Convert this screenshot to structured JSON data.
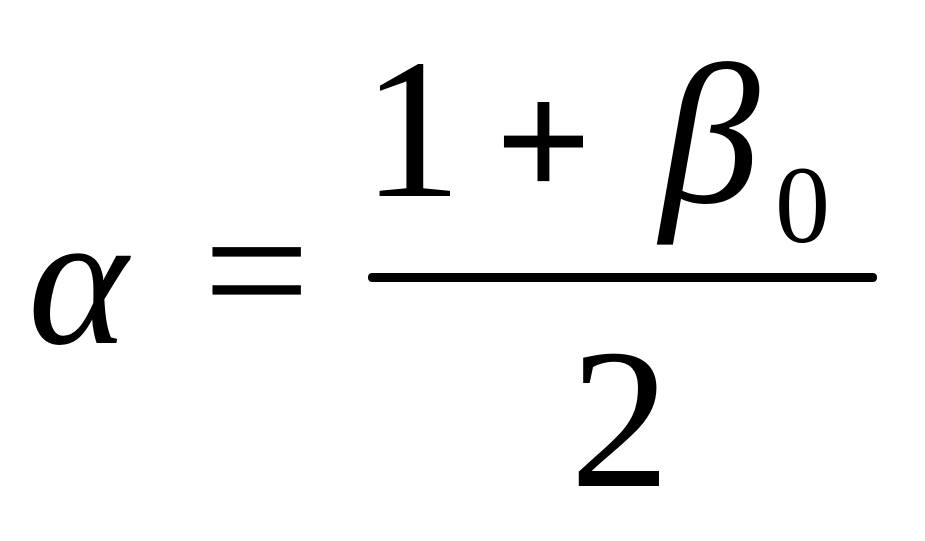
{
  "formula": {
    "lhs": "α",
    "operator": "=",
    "numerator": {
      "first_term": "1",
      "operator": "+",
      "variable": "β",
      "subscript": "0"
    },
    "denominator": "2"
  }
}
